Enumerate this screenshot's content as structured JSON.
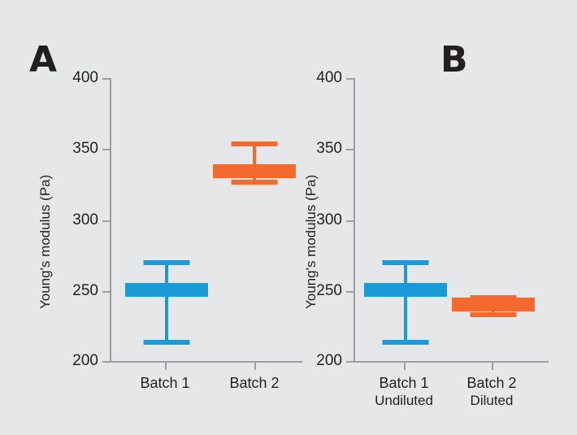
{
  "figure": {
    "background_color": "#e6e7e9",
    "axis_color": "#9c9ea1",
    "text_color": "#231f20",
    "series_colors": {
      "blue": "#1c9ad6",
      "orange": "#f3692f"
    }
  },
  "panels": [
    {
      "letter": "A",
      "ylabel": "Young's modulus (Pa)"
    },
    {
      "letter": "B",
      "ylabel": "Young's modulus (Pa)"
    }
  ],
  "yticks": [
    "400",
    "350",
    "300",
    "250",
    "200"
  ],
  "xlabels_a": [
    {
      "line1": "Batch 1",
      "line2": ""
    },
    {
      "line1": "Batch 2",
      "line2": ""
    }
  ],
  "xlabels_b": [
    {
      "line1": "Batch 1",
      "line2": "Undiluted"
    },
    {
      "line1": "Batch 2",
      "line2": "Diluted"
    }
  ],
  "chart_data": [
    {
      "type": "bar",
      "panel": "A",
      "title": "A",
      "xlabel": "",
      "ylabel": "Young's modulus (Pa)",
      "ylim": [
        200,
        400
      ],
      "ytick_values": [
        200,
        250,
        300,
        350,
        400
      ],
      "grid": false,
      "legend": "none",
      "categories": [
        "Batch 1",
        "Batch 2"
      ],
      "values": [
        251,
        334
      ],
      "errors_upper": [
        272,
        355
      ],
      "errors_lower": [
        213,
        326
      ],
      "colors": [
        "#1c9ad6",
        "#f3692f"
      ]
    },
    {
      "type": "bar",
      "panel": "B",
      "title": "B",
      "xlabel": "",
      "ylabel": "Young's modulus (Pa)",
      "ylim": [
        200,
        400
      ],
      "ytick_values": [
        200,
        250,
        300,
        350,
        400
      ],
      "grid": false,
      "legend": "none",
      "categories": [
        "Batch 1 Undiluted",
        "Batch 2 Diluted"
      ],
      "values": [
        251,
        241
      ],
      "errors_upper": [
        272,
        247
      ],
      "errors_lower": [
        213,
        233
      ],
      "colors": [
        "#1c9ad6",
        "#f3692f"
      ]
    }
  ]
}
